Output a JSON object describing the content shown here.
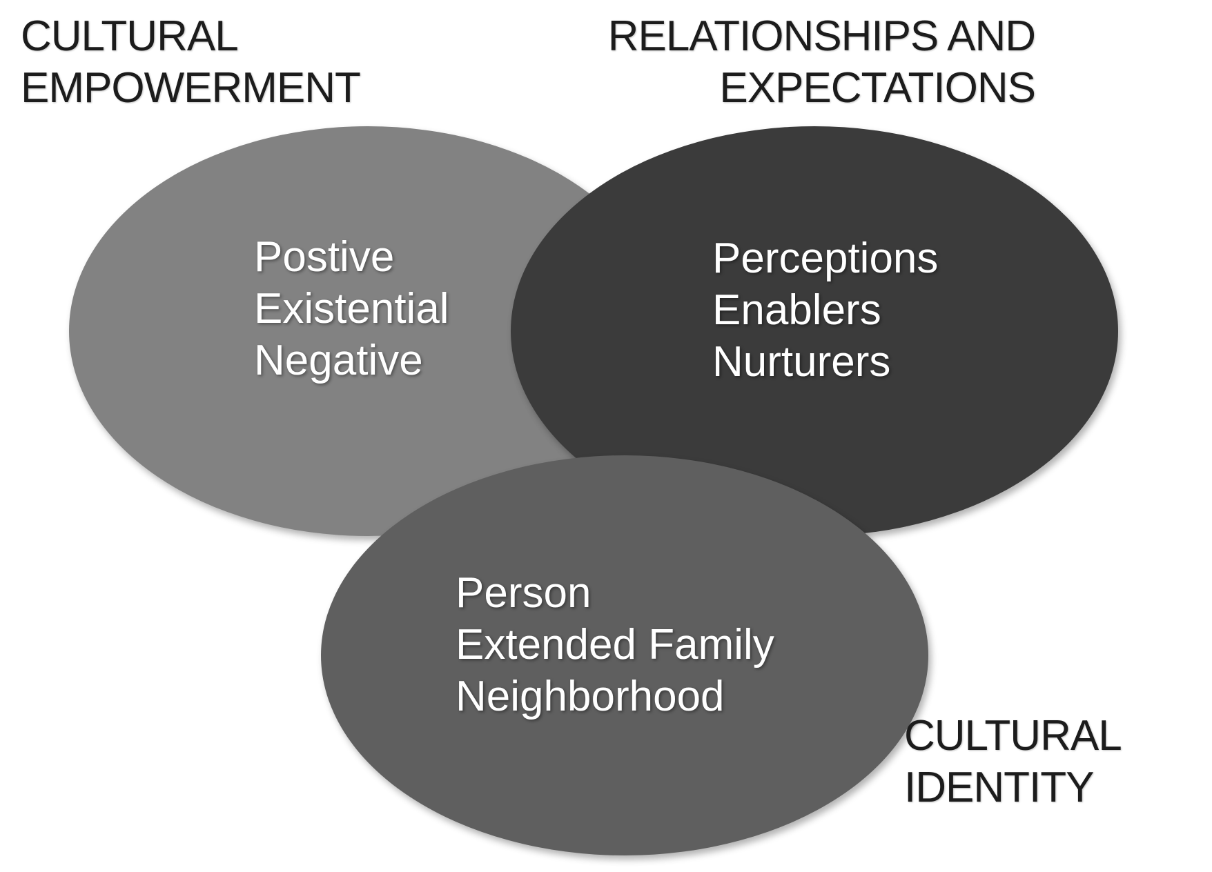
{
  "diagram_type": "venn-ellipse-diagram",
  "corner_labels": {
    "cultural_empowerment": {
      "lines": [
        "CULTURAL",
        "EMPOWERMENT"
      ]
    },
    "relationships_expectations": {
      "lines": [
        "RELATIONSHIPS AND",
        "EXPECTATIONS"
      ]
    },
    "cultural_identity": {
      "lines": [
        "CULTURAL",
        "IDENTITY"
      ]
    }
  },
  "ellipses": {
    "cultural_empowerment": {
      "items": [
        "Postive",
        "Existential",
        "Negative"
      ],
      "fill": "#828282"
    },
    "relationships_expectations": {
      "items": [
        "Perceptions",
        "Enablers",
        "Nurturers"
      ],
      "fill": "#3b3b3b"
    },
    "cultural_identity": {
      "items": [
        "Person",
        "Extended Family",
        "Neighborhood"
      ],
      "fill": "#5f5f5f"
    }
  },
  "colors": {
    "background": "#ffffff",
    "label_text": "#1c1c1c",
    "ellipse_text": "#ffffff"
  }
}
